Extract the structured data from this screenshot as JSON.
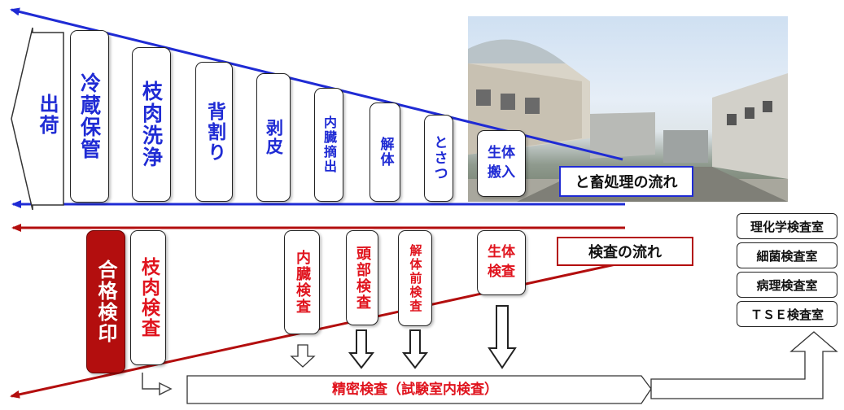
{
  "left_arrow_label": "出荷",
  "slaughter_steps": [
    "冷蔵保管",
    "枝肉洗浄",
    "背割り",
    "剥皮",
    "内臓摘出",
    "解体",
    "とさつ",
    "生体搬入"
  ],
  "slaughter_flow_label": "と畜処理の流れ",
  "inspection_steps": [
    "合格検印",
    "枝肉検査",
    "内臓検査",
    "頭部検査",
    "解体前検査",
    "生体検査"
  ],
  "inspection_flow_label": "検査の流れ",
  "lab_rooms": [
    "理化学検査室",
    "細菌検査室",
    "病理検査室",
    "ＴＳＥ検査室"
  ],
  "detailed_inspection_label": "精密検査（試験室内検査）",
  "colors": {
    "blue": "#1f2bd4",
    "red": "#e0141e",
    "dark_red": "#b30e0e"
  }
}
